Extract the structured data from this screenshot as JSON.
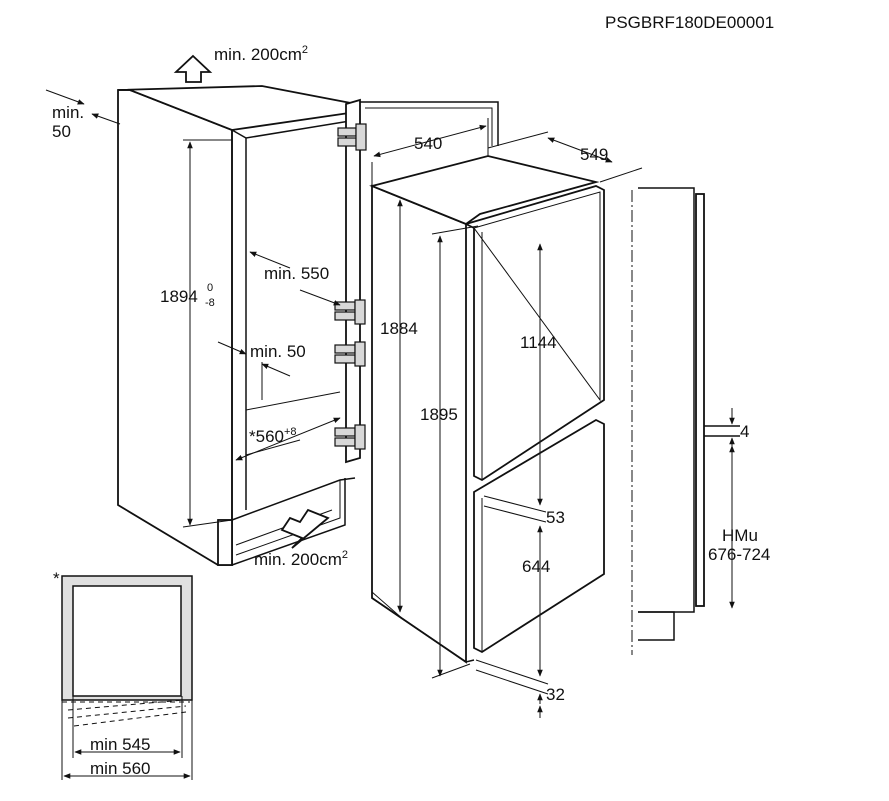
{
  "header": {
    "model_code": "PSGBRF180DE00001"
  },
  "niche": {
    "vent_top": "min. 200cm",
    "vent_top_sup": "2",
    "clearance_top_line1": "min.",
    "clearance_top_line2": "50",
    "height_main": "1894",
    "height_tol_upper": "0",
    "height_tol_lower": "-8",
    "depth_min": "min. 550",
    "side_gap": "min. 50",
    "width_main": "*560",
    "width_tol": "+8",
    "vent_bottom": "min. 200cm",
    "vent_bottom_sup": "2"
  },
  "appliance": {
    "width": "540",
    "depth": "549",
    "body_height": "1884",
    "total_height": "1895",
    "upper_door": "1144",
    "door_gap": "53",
    "lower_door": "644",
    "bottom_offset": "32"
  },
  "side_detail": {
    "gap": "4",
    "hmu_label": "HMu",
    "hmu_range": "676-724"
  },
  "inset_detail": {
    "marker": "*",
    "min_inner": "min 545",
    "min_outer": "min 560"
  },
  "icons": [
    "up-arrow-icon",
    "right-arrow-icon",
    "hinge-icon"
  ]
}
